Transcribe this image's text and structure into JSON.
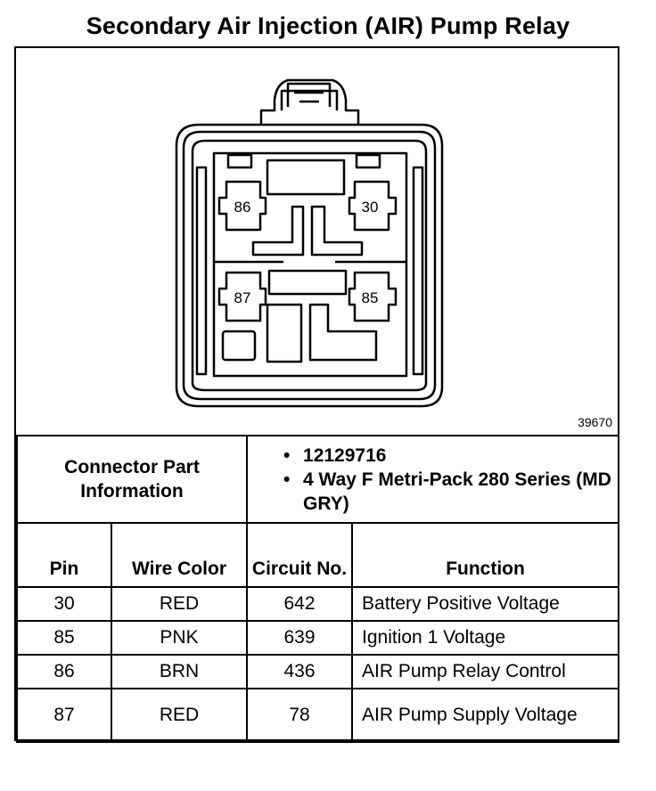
{
  "title": "Secondary Air Injection (AIR) Pump Relay",
  "figure_number": "39670",
  "diagram": {
    "pin_labels": [
      "86",
      "30",
      "87",
      "85"
    ]
  },
  "connector_info": {
    "label": "Connector Part Information",
    "items": [
      "12129716",
      "4 Way F Metri-Pack 280 Series (MD GRY)"
    ]
  },
  "table": {
    "headers": {
      "pin": "Pin",
      "wire_color": "Wire Color",
      "circuit_no": "Circuit No.",
      "function": "Function"
    },
    "rows": [
      {
        "pin": "30",
        "wire_color": "RED",
        "circuit": "642",
        "function": "Battery Positive Voltage"
      },
      {
        "pin": "85",
        "wire_color": "PNK",
        "circuit": "639",
        "function": "Ignition 1 Voltage"
      },
      {
        "pin": "86",
        "wire_color": "BRN",
        "circuit": "436",
        "function": "AIR Pump Relay Control"
      },
      {
        "pin": "87",
        "wire_color": "RED",
        "circuit": "78",
        "function": "AIR Pump Supply Voltage"
      }
    ]
  }
}
